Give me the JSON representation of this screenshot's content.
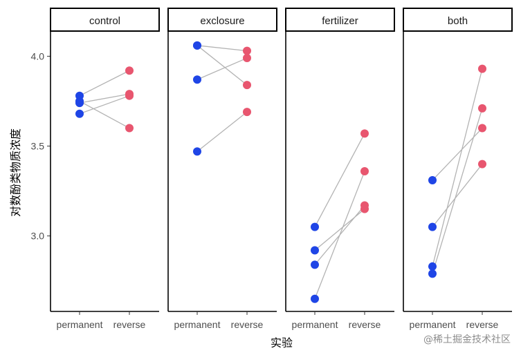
{
  "chart_data": {
    "type": "scatter",
    "ylabel": "对数酚类物质浓度",
    "xlabel": "实验",
    "categories": [
      "permanent",
      "reverse"
    ],
    "yticks": [
      3.0,
      3.5,
      4.0
    ],
    "ylim": [
      2.58,
      4.14
    ],
    "colors": {
      "permanent": "#1f45e6",
      "reverse": "#e8566f",
      "line": "#b3b3b3"
    },
    "facets": [
      {
        "name": "control",
        "pairs": [
          [
            3.78,
            3.92
          ],
          [
            3.75,
            3.6
          ],
          [
            3.74,
            3.79
          ],
          [
            3.68,
            3.78
          ]
        ]
      },
      {
        "name": "exclosure",
        "pairs": [
          [
            4.06,
            4.03
          ],
          [
            4.06,
            3.84
          ],
          [
            3.87,
            3.99
          ],
          [
            3.47,
            3.69
          ]
        ]
      },
      {
        "name": "fertilizer",
        "pairs": [
          [
            3.05,
            3.57
          ],
          [
            2.92,
            3.15
          ],
          [
            2.84,
            3.17
          ],
          [
            2.65,
            3.36
          ]
        ]
      },
      {
        "name": "both",
        "pairs": [
          [
            3.31,
            3.6
          ],
          [
            3.05,
            3.4
          ],
          [
            2.83,
            3.93
          ],
          [
            2.79,
            3.71
          ]
        ]
      }
    ]
  },
  "watermark": "@稀土掘金技术社区"
}
